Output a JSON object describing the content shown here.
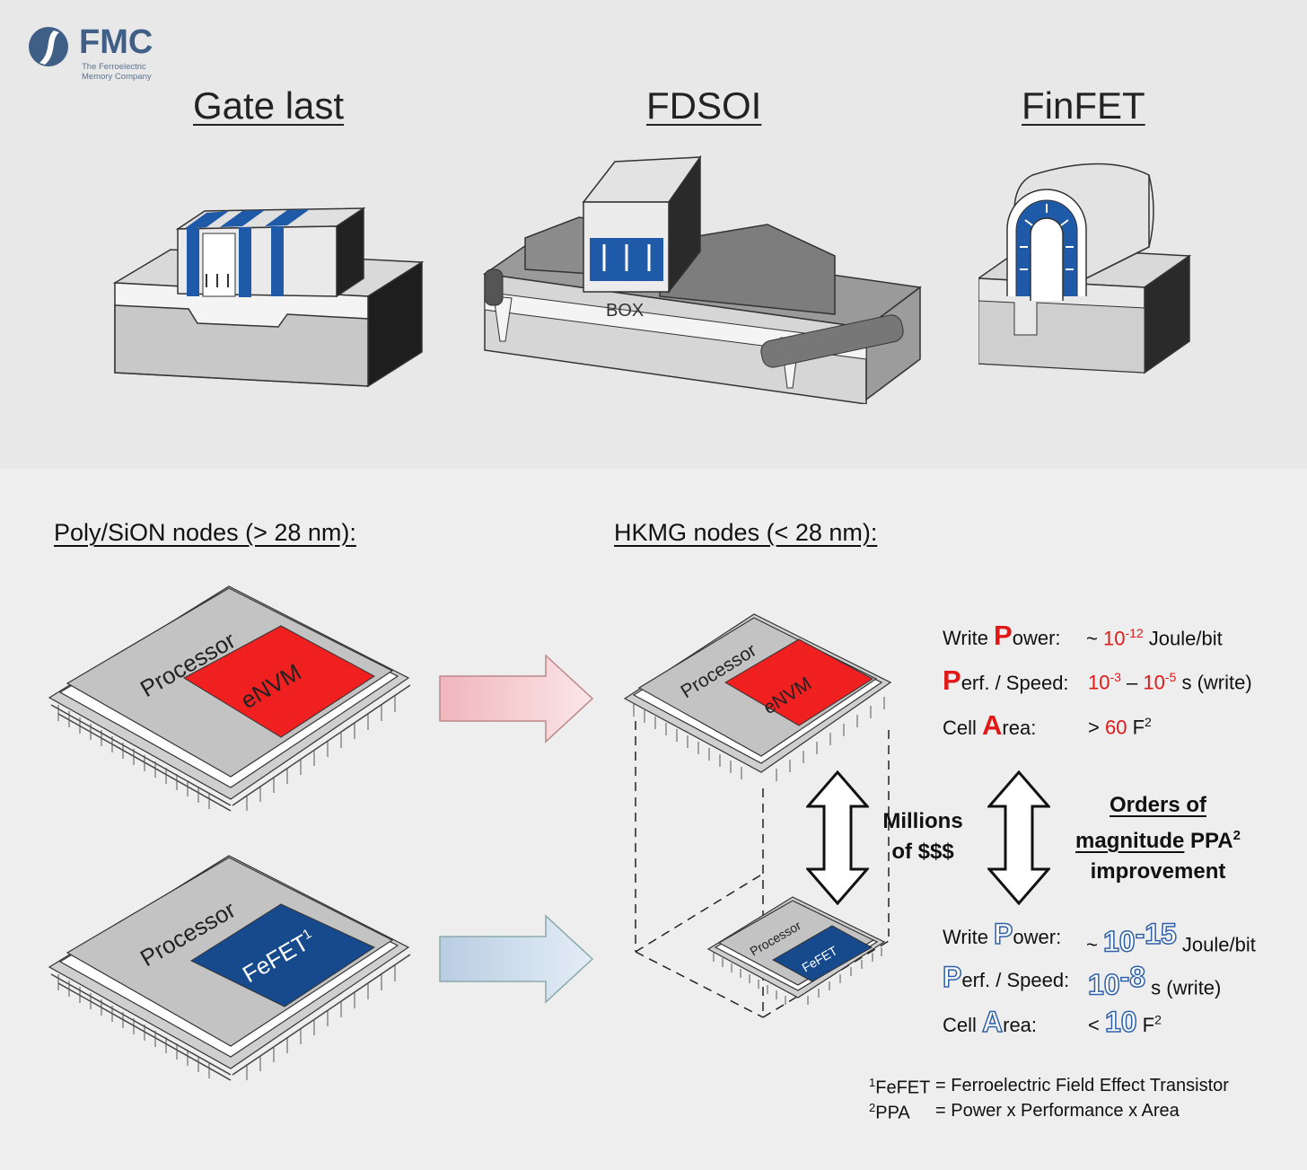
{
  "logo": {
    "name": "FMC",
    "tagline_line1": "The Ferroelectric",
    "tagline_line2": "Memory Company",
    "color": "#3f5f86"
  },
  "top": {
    "structures": [
      {
        "label": "Gate last",
        "icon": "planar-gate-last-transistor"
      },
      {
        "label": "FDSOI",
        "icon": "fdsoi-transistor",
        "inner_label": "BOX"
      },
      {
        "label": "FinFET",
        "icon": "finfet-transistor"
      }
    ]
  },
  "bottom": {
    "poly_title": "Poly/SiON nodes (> 28 nm):",
    "hkmg_title": "HKMG nodes (< 28 nm):",
    "chips": {
      "processor_label": "Processor",
      "envm_label": "eNVM",
      "fefet_label": "FeFET",
      "fefet_sup": "1",
      "envm_color": "#f02020",
      "fefet_color": "#174a8c"
    },
    "millions_line1": "Millions",
    "millions_line2": "of $$$",
    "ppa_line1": "Orders of",
    "ppa_line2_underlined": "magnitude",
    "ppa_line2_rest": " PPA",
    "ppa_sup": "2",
    "ppa_line3": "improvement",
    "envm_metrics": {
      "power_pre": "Write ",
      "power_cap": "P",
      "power_post": "ower:",
      "power_value_pre": "~ ",
      "power_value": "10",
      "power_exp": "-12",
      "power_unit": " Joule/bit",
      "speed_cap": "P",
      "speed_post": "erf. / Speed:",
      "speed_value_a": "10",
      "speed_exp_a": "-3",
      "speed_dash": " – ",
      "speed_value_b": "10",
      "speed_exp_b": "-5",
      "speed_unit": " s (write)",
      "area_pre": "Cell ",
      "area_cap": "A",
      "area_post": "rea:",
      "area_value_pre": "> ",
      "area_value": "60",
      "area_unit": " F",
      "area_exp": "2"
    },
    "fefet_metrics": {
      "power_pre": "Write ",
      "power_cap": "P",
      "power_post": "ower:",
      "power_value_pre": "~ ",
      "power_value": "10",
      "power_exp": "-15",
      "power_unit": " Joule/bit",
      "speed_cap": "P",
      "speed_post": "erf. / Speed:",
      "speed_value": "10",
      "speed_exp": "-8",
      "speed_unit": " s (write)",
      "area_pre": "Cell ",
      "area_cap": "A",
      "area_post": "rea:",
      "area_value_pre": "< ",
      "area_value": "10",
      "area_unit": " F",
      "area_exp": "2"
    },
    "footnotes": [
      {
        "sup": "1",
        "term": "FeFET",
        "definition": "= Ferroelectric Field Effect Transistor"
      },
      {
        "sup": "2",
        "term": "PPA",
        "definition": "= Power x Performance x Area"
      }
    ]
  }
}
